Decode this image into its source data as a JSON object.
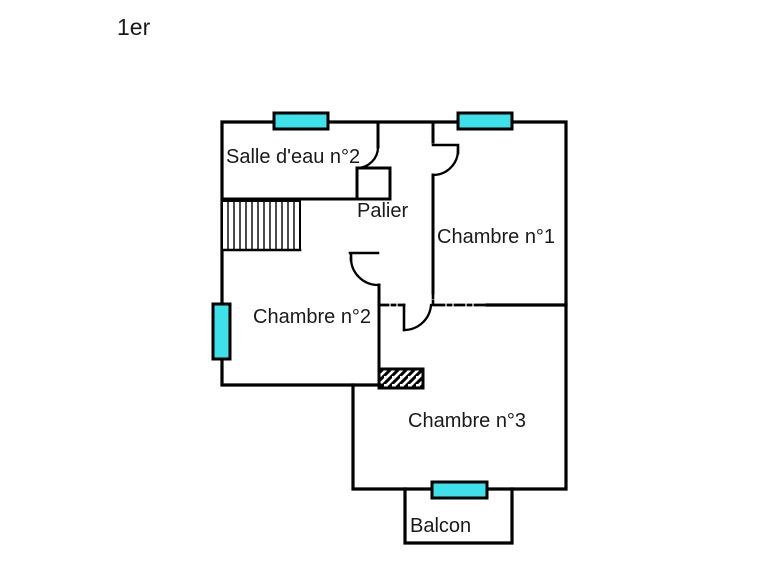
{
  "title": "1er",
  "colors": {
    "wall": "#000000",
    "window": "#3ee1ea",
    "text": "#1a1a1a"
  },
  "rooms": {
    "salle_deau": {
      "label": "Salle d'eau n°2"
    },
    "palier": {
      "label": "Palier"
    },
    "chambre1": {
      "label": "Chambre n°1"
    },
    "chambre2": {
      "label": "Chambre n°2"
    },
    "chambre3": {
      "label": "Chambre n°3"
    },
    "balcon": {
      "label": "Balcon"
    }
  }
}
